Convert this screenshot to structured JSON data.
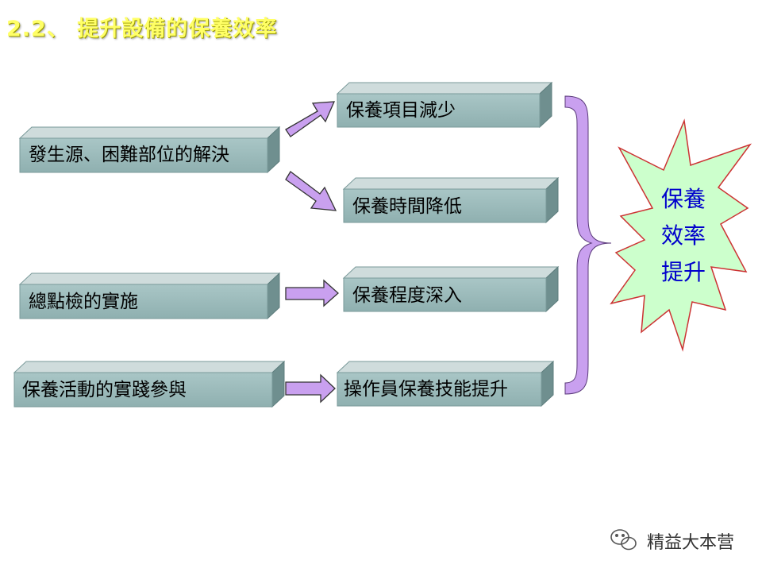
{
  "title": "2.2、 提升設備的保養效率",
  "causes": [
    "發生源、困難部位的解決",
    "總點檢的實施",
    "保養活動的實踐參與"
  ],
  "effects": [
    "保養項目減少",
    "保養時間降低",
    "保養程度深入",
    "操作員保養技能提升"
  ],
  "result": {
    "line1": "保養",
    "line2": "效率",
    "line3": "提升"
  },
  "watermark": "精益大本营",
  "colors": {
    "box_front": "#9fbfbf",
    "box_top": "#cfdcdc",
    "box_side": "#6f8f8f",
    "arrow_fill": "#c9a0ef",
    "brace_fill": "#c9a0ef",
    "star_fill": "#ccffcc",
    "star_stroke": "#cc3333",
    "title_color": "#ffff66",
    "result_text": "#0000cc"
  }
}
